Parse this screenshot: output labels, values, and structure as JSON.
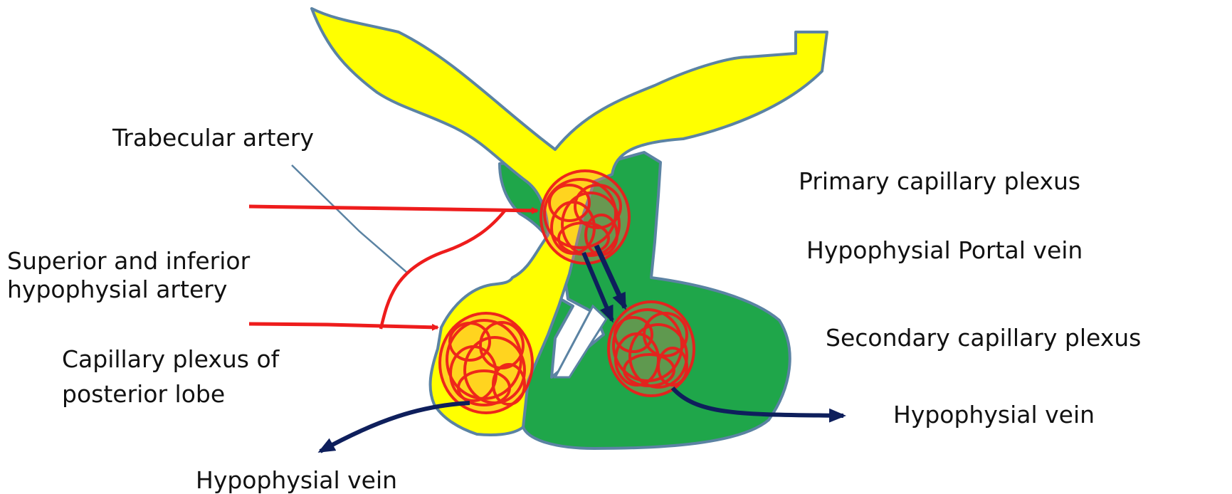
{
  "labels": {
    "trabecular_artery": "Trabecular artery",
    "primary_capillary_plexus": "Primary capillary plexus",
    "hypophysial_portal_vein": "Hypophysial Portal vein",
    "superior_inferior_line1": "Superior and inferior",
    "superior_inferior_line2": "hypophysial artery",
    "secondary_capillary_plexus": "Secondary capillary plexus",
    "capillary_posterior_line1": "Capillary plexus of",
    "capillary_posterior_line2": "posterior lobe",
    "hypophysial_vein_right": "Hypophysial vein",
    "hypophysial_vein_bottom": "Hypophysial vein"
  },
  "colors": {
    "posterior_lobe": "#ffff00",
    "anterior_lobe": "#1fa64a",
    "outline": "#5b83a3",
    "artery": "#ee1c1c",
    "vein_arrow": "#0e1f5c",
    "leader_line": "#5b83a3"
  }
}
